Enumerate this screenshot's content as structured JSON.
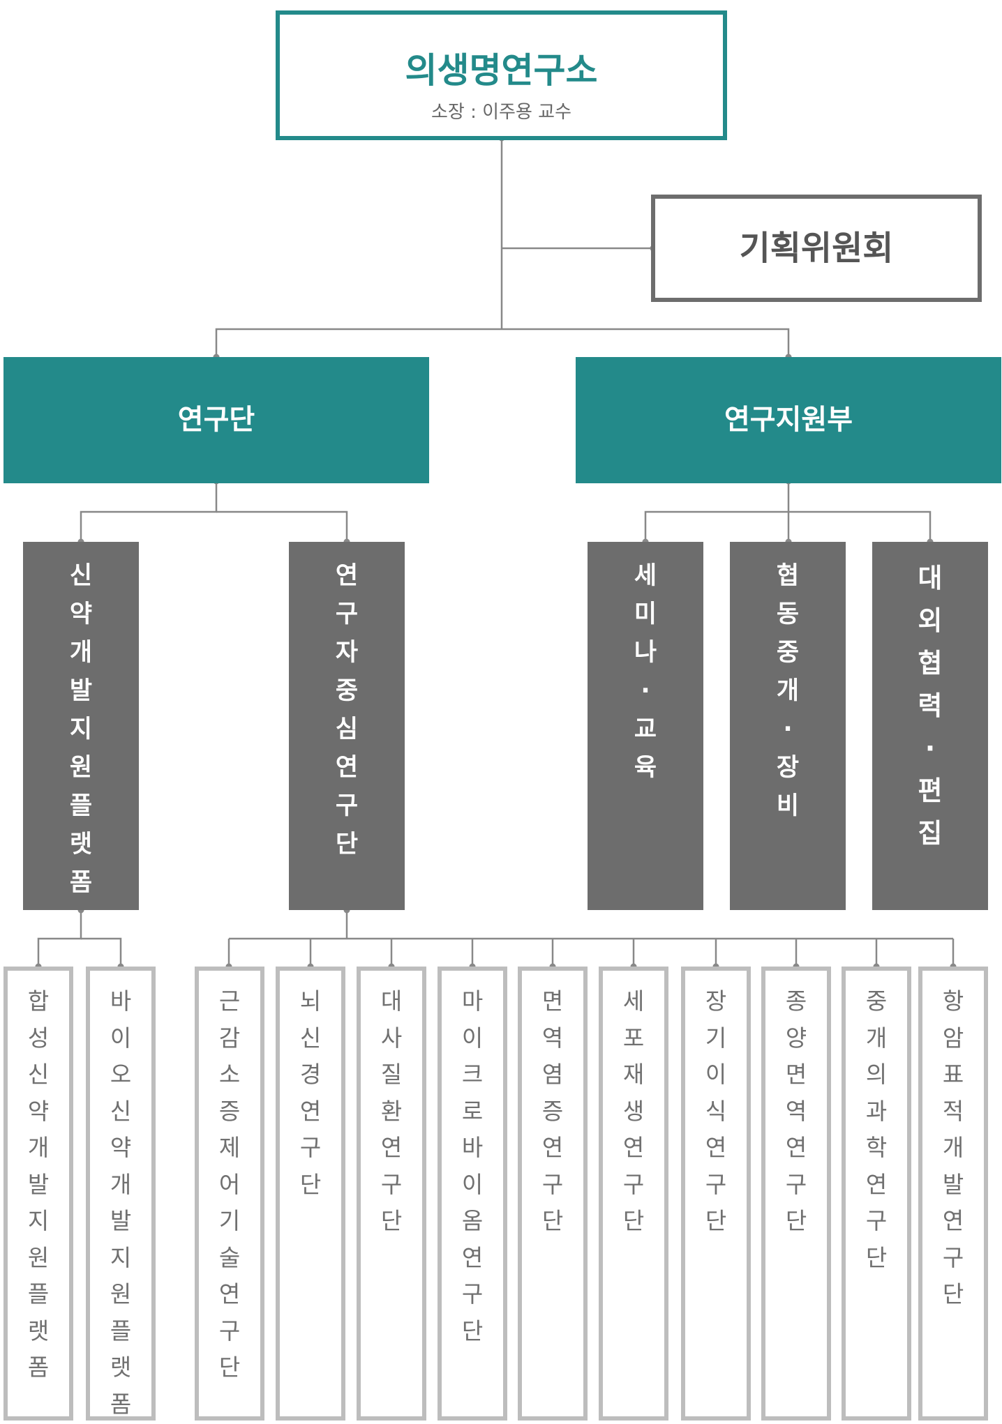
{
  "root": {
    "title": "의생명연구소",
    "subtitle": "소장 : 이주용 교수"
  },
  "planning": {
    "label": "기획위원회"
  },
  "groups": [
    {
      "label": "연구단",
      "units": [
        {
          "label": "신약개발지원플랫폼",
          "children": [
            "합성신약개발지원플랫폼",
            "바이오신약개발지원플랫폼"
          ]
        },
        {
          "label": "연구자중심연구단",
          "children": [
            "근감소증제어기술연구단",
            "뇌신경연구단",
            "대사질환연구단",
            "마이크로바이옴연구단",
            "면역염증연구단",
            "세포재생연구단",
            "장기이식연구단",
            "종양면역연구단",
            "중개의과학연구단",
            "항암표적개발연구단"
          ]
        }
      ]
    },
    {
      "label": "연구지원부",
      "units": [
        {
          "label": "세미나·교육"
        },
        {
          "label": "협동중개·장비"
        },
        {
          "label": "대외협력·편집"
        }
      ]
    }
  ],
  "colors": {
    "teal": "#238a8a",
    "dark_gray": "#6d6d6d",
    "light_gray_border": "#bdbdbd",
    "leaf_text": "#707070",
    "connector": "#888888"
  }
}
